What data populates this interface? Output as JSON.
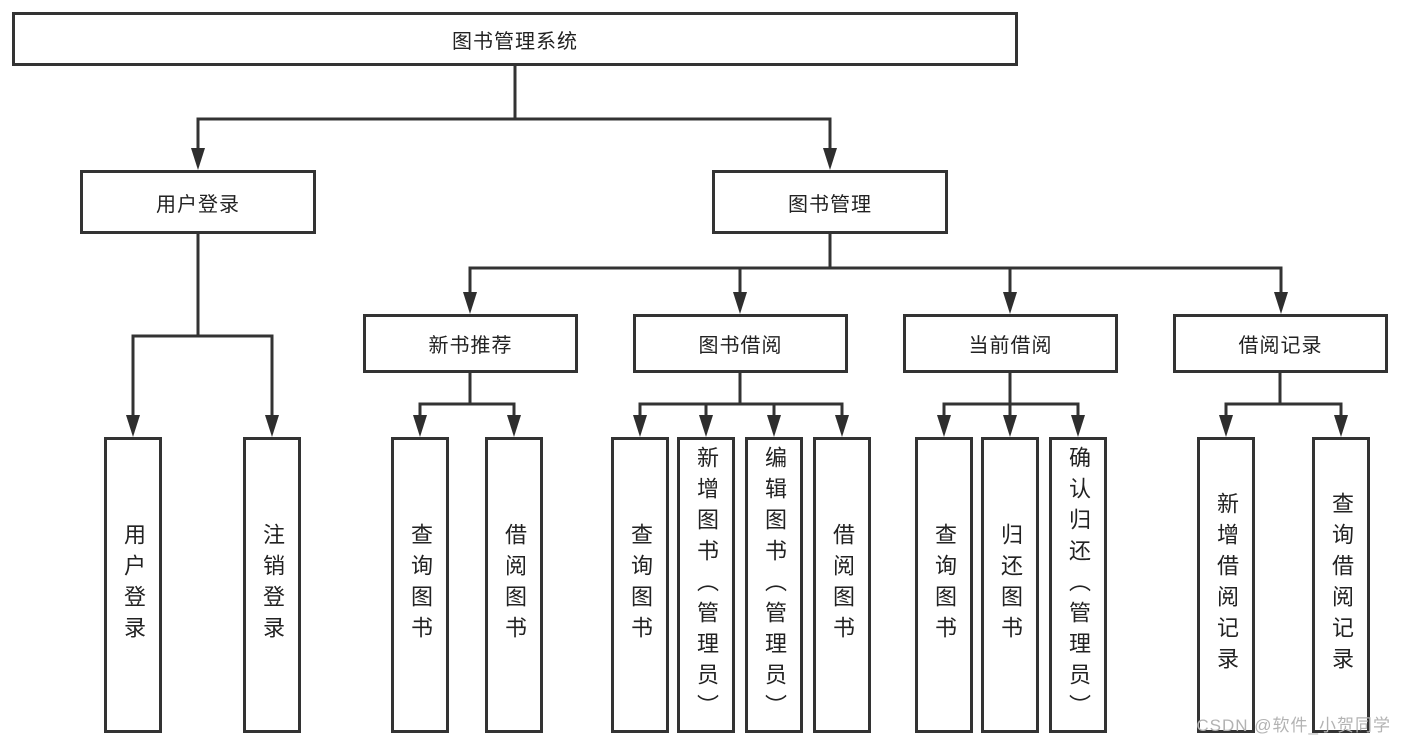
{
  "diagram": {
    "type": "tree",
    "watermark": "CSDN @软件_小贺同学",
    "colors": {
      "background": "#ffffff",
      "box_border": "#333333",
      "connector_line": "#333333",
      "arrowhead": "#2e2e2e",
      "text": "#222222",
      "watermark_text": "#b3b3b3"
    },
    "nodes": {
      "root": {
        "label": "图书管理系统"
      },
      "user_login": {
        "label": "用户登录"
      },
      "book_mgmt": {
        "label": "图书管理"
      },
      "new_book_rec": {
        "label": "新书推荐"
      },
      "book_borrow": {
        "label": "图书借阅"
      },
      "current_borrow": {
        "label": "当前借阅"
      },
      "borrow_record": {
        "label": "借阅记录"
      },
      "leaf_user_login": {
        "label": "用户登录"
      },
      "leaf_logout": {
        "label": "注销登录"
      },
      "leaf_query_books_1": {
        "label": "查询图书"
      },
      "leaf_borrow_books_1": {
        "label": "借阅图书"
      },
      "leaf_query_books_2": {
        "label": "查询图书"
      },
      "leaf_add_books": {
        "label": "新增图书（管理员）"
      },
      "leaf_edit_books": {
        "label": "编辑图书（管理员）"
      },
      "leaf_borrow_books_2": {
        "label": "借阅图书"
      },
      "leaf_query_books_3": {
        "label": "查询图书"
      },
      "leaf_return_books": {
        "label": "归还图书"
      },
      "leaf_confirm_return": {
        "label": "确认归还（管理员）"
      },
      "leaf_add_record": {
        "label": "新增借阅记录"
      },
      "leaf_query_record": {
        "label": "查询借阅记录"
      }
    },
    "edges": [
      {
        "from": "root",
        "to": "user_login"
      },
      {
        "from": "root",
        "to": "book_mgmt"
      },
      {
        "from": "user_login",
        "to": "leaf_user_login"
      },
      {
        "from": "user_login",
        "to": "leaf_logout"
      },
      {
        "from": "book_mgmt",
        "to": "new_book_rec"
      },
      {
        "from": "book_mgmt",
        "to": "book_borrow"
      },
      {
        "from": "book_mgmt",
        "to": "current_borrow"
      },
      {
        "from": "book_mgmt",
        "to": "borrow_record"
      },
      {
        "from": "new_book_rec",
        "to": "leaf_query_books_1"
      },
      {
        "from": "new_book_rec",
        "to": "leaf_borrow_books_1"
      },
      {
        "from": "book_borrow",
        "to": "leaf_query_books_2"
      },
      {
        "from": "book_borrow",
        "to": "leaf_add_books"
      },
      {
        "from": "book_borrow",
        "to": "leaf_edit_books"
      },
      {
        "from": "book_borrow",
        "to": "leaf_borrow_books_2"
      },
      {
        "from": "current_borrow",
        "to": "leaf_query_books_3"
      },
      {
        "from": "current_borrow",
        "to": "leaf_return_books"
      },
      {
        "from": "current_borrow",
        "to": "leaf_confirm_return"
      },
      {
        "from": "borrow_record",
        "to": "leaf_add_record"
      },
      {
        "from": "borrow_record",
        "to": "leaf_query_record"
      }
    ]
  }
}
